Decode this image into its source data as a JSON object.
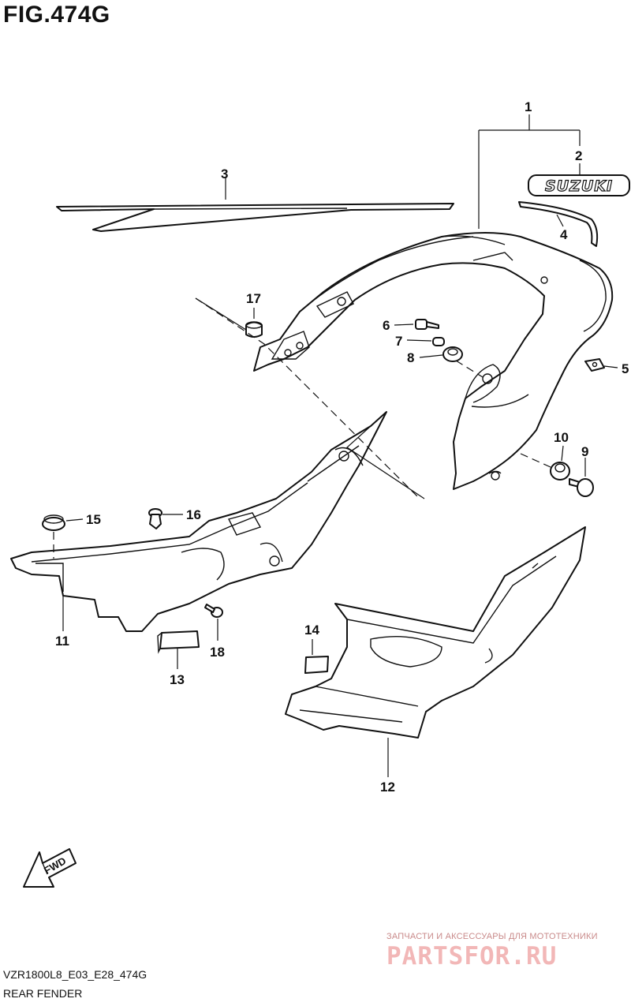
{
  "figure": {
    "title": "FIG.474G"
  },
  "callouts": [
    {
      "id": "1",
      "label": "1"
    },
    {
      "id": "2",
      "label": "2"
    },
    {
      "id": "3",
      "label": "3"
    },
    {
      "id": "4",
      "label": "4"
    },
    {
      "id": "5",
      "label": "5"
    },
    {
      "id": "6",
      "label": "6"
    },
    {
      "id": "7",
      "label": "7"
    },
    {
      "id": "8",
      "label": "8"
    },
    {
      "id": "9",
      "label": "9"
    },
    {
      "id": "10",
      "label": "10"
    },
    {
      "id": "11",
      "label": "11"
    },
    {
      "id": "12",
      "label": "12"
    },
    {
      "id": "13",
      "label": "13"
    },
    {
      "id": "14",
      "label": "14"
    },
    {
      "id": "15",
      "label": "15"
    },
    {
      "id": "16",
      "label": "16"
    },
    {
      "id": "17",
      "label": "17"
    },
    {
      "id": "18",
      "label": "18"
    }
  ],
  "emblem": {
    "text": "SUZUKI"
  },
  "direction_marker": {
    "text": "FWD"
  },
  "watermark": {
    "tagline": "ЗАПЧАСТИ И АКСЕССУАРЫ ДЛЯ МОТОТЕХНИКИ",
    "site": "PARTSFOR.RU"
  },
  "footer": {
    "code": "VZR1800L8_E03_E28_474G",
    "name": "REAR FENDER"
  }
}
